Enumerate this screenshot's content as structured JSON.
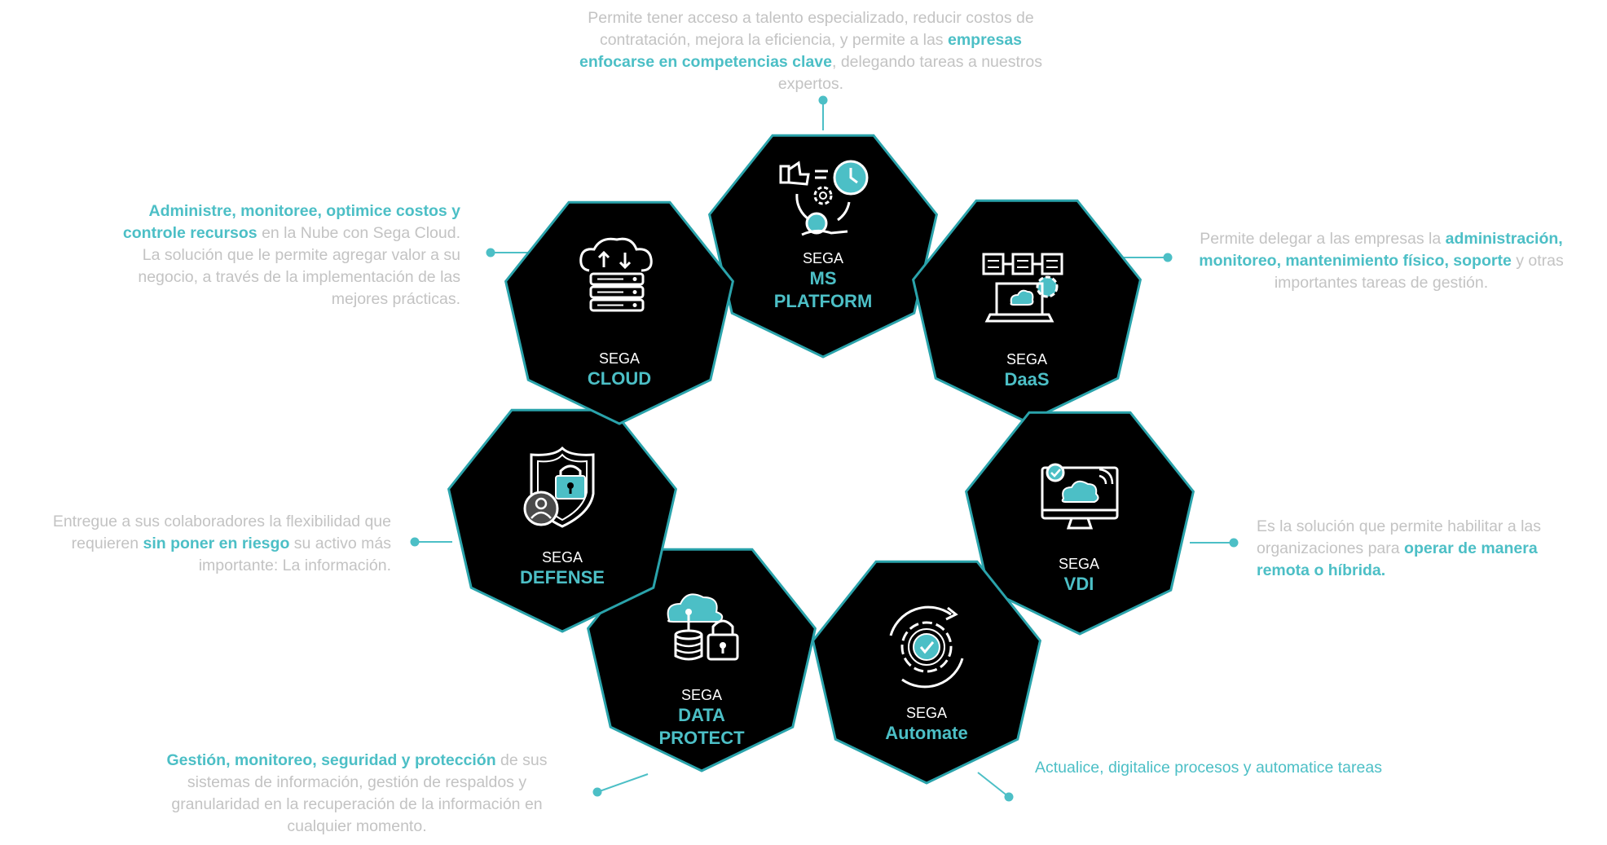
{
  "colors": {
    "accent": "#4cbfc6",
    "node_fill": "#000000",
    "node_stroke": "#2aa3ab",
    "muted_text": "#c3c3c3"
  },
  "nodes": [
    {
      "id": "ms-platform",
      "prefix": "SEGA",
      "name": "MS PLATFORM",
      "icon": "outsourcing-icon"
    },
    {
      "id": "daas",
      "prefix": "SEGA",
      "name": "DaaS",
      "icon": "laptop-servers-icon"
    },
    {
      "id": "vdi",
      "prefix": "SEGA",
      "name": "VDI",
      "icon": "monitor-cloud-icon"
    },
    {
      "id": "automate",
      "prefix": "SEGA",
      "name": "Automate",
      "icon": "gear-check-icon"
    },
    {
      "id": "data-protect",
      "prefix": "SEGA",
      "name": "DATA PROTECT",
      "icon": "cloud-database-lock-icon"
    },
    {
      "id": "defense",
      "prefix": "SEGA",
      "name": "DEFENSE",
      "icon": "shield-lock-user-icon"
    },
    {
      "id": "cloud",
      "prefix": "SEGA",
      "name": "CLOUD",
      "icon": "cloud-server-icon"
    }
  ],
  "descriptions": {
    "ms_platform": {
      "t1": "Permite tener acceso a talento especializado, reducir costos de contratación, mejora la eficiencia, y permite a las ",
      "h1": "empresas enfocarse en competencias clave",
      "t2": ", delegando tareas a  nuestros expertos."
    },
    "cloud": {
      "h1": "Administre, monitoree, optimice costos y controle recursos",
      "t1": " en la Nube con Sega Cloud. La solución que le permite agregar valor a su negocio, a través de la implementación de las mejores prácticas."
    },
    "daas": {
      "t1": "Permite delegar a las empresas la ",
      "h1": "administración, monitoreo, mantenimiento físico, soporte",
      "t2": " y otras importantes tareas de gestión."
    },
    "defense": {
      "t1": "Entregue a sus colaboradores la flexibilidad que requieren ",
      "h1": "sin poner en riesgo",
      "t2": " su activo más importante: La información."
    },
    "vdi": {
      "t1": "Es la solución que permite habilitar a las organizaciones para ",
      "h1": "operar de manera remota o híbrida."
    },
    "data_protect": {
      "h1": "Gestión, monitoreo, seguridad y protección",
      "t1": " de sus sistemas de información, gestión de respaldos y granularidad en la recuperación de la información en cualquier momento."
    },
    "automate": {
      "t1": "Actualice, digitalice procesos y automatice tareas"
    }
  }
}
